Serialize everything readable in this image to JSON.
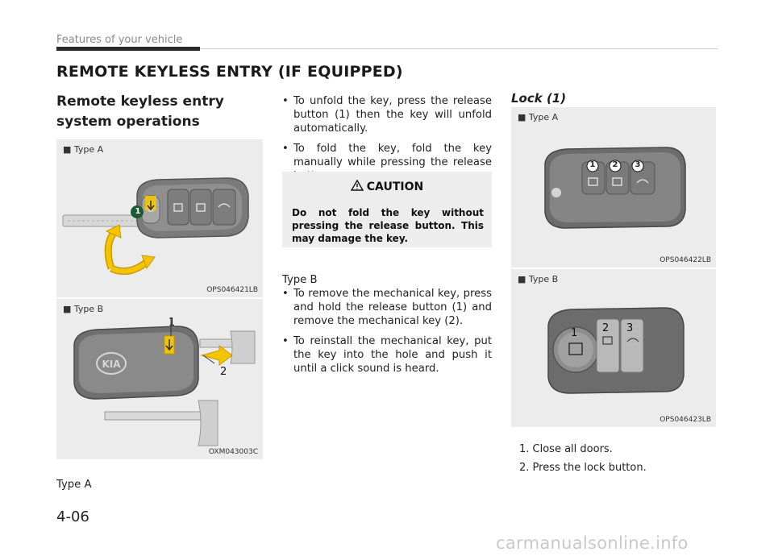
{
  "header": {
    "section": "Features of your vehicle"
  },
  "title": "REMOTE KEYLESS ENTRY (IF EQUIPPED)",
  "left": {
    "subheading": "Remote keyless entry system operations",
    "fig1": {
      "caption": "■ Type A",
      "code": "OPS046421LB",
      "callout": "1"
    },
    "fig2": {
      "caption": "■ Type B",
      "code": "OXM043003C",
      "callout1": "1",
      "callout2": "2"
    },
    "trailing_text": "Type A"
  },
  "middle": {
    "bullets_a": [
      "To unfold the key, press the release button (1) then the key will unfold automatically.",
      "To fold the key, fold the key manually while pressing the release button."
    ],
    "caution": {
      "title": "CAUTION",
      "text": "Do not fold the key without pressing the release button. This may damage the key."
    },
    "type_b_label": "Type B",
    "bullets_b": [
      "To remove the mechanical key, press and hold the release button (1) and remove the mechanical key (2).",
      "To reinstall the mechanical key, put the key into the hole and push it until a click sound is heard."
    ]
  },
  "right": {
    "heading": "Lock (1)",
    "fig1": {
      "caption": "■ Type A",
      "code": "OPS046422LB",
      "n1": "1",
      "n2": "2",
      "n3": "3"
    },
    "fig2": {
      "caption": "■ Type B",
      "code": "OPS046423LB",
      "n1": "1",
      "n2": "2",
      "n3": "3"
    },
    "steps": [
      "1. Close all doors.",
      "2. Press the lock button."
    ]
  },
  "page_number": "4-06",
  "watermark": "carmanualsonline.info"
}
